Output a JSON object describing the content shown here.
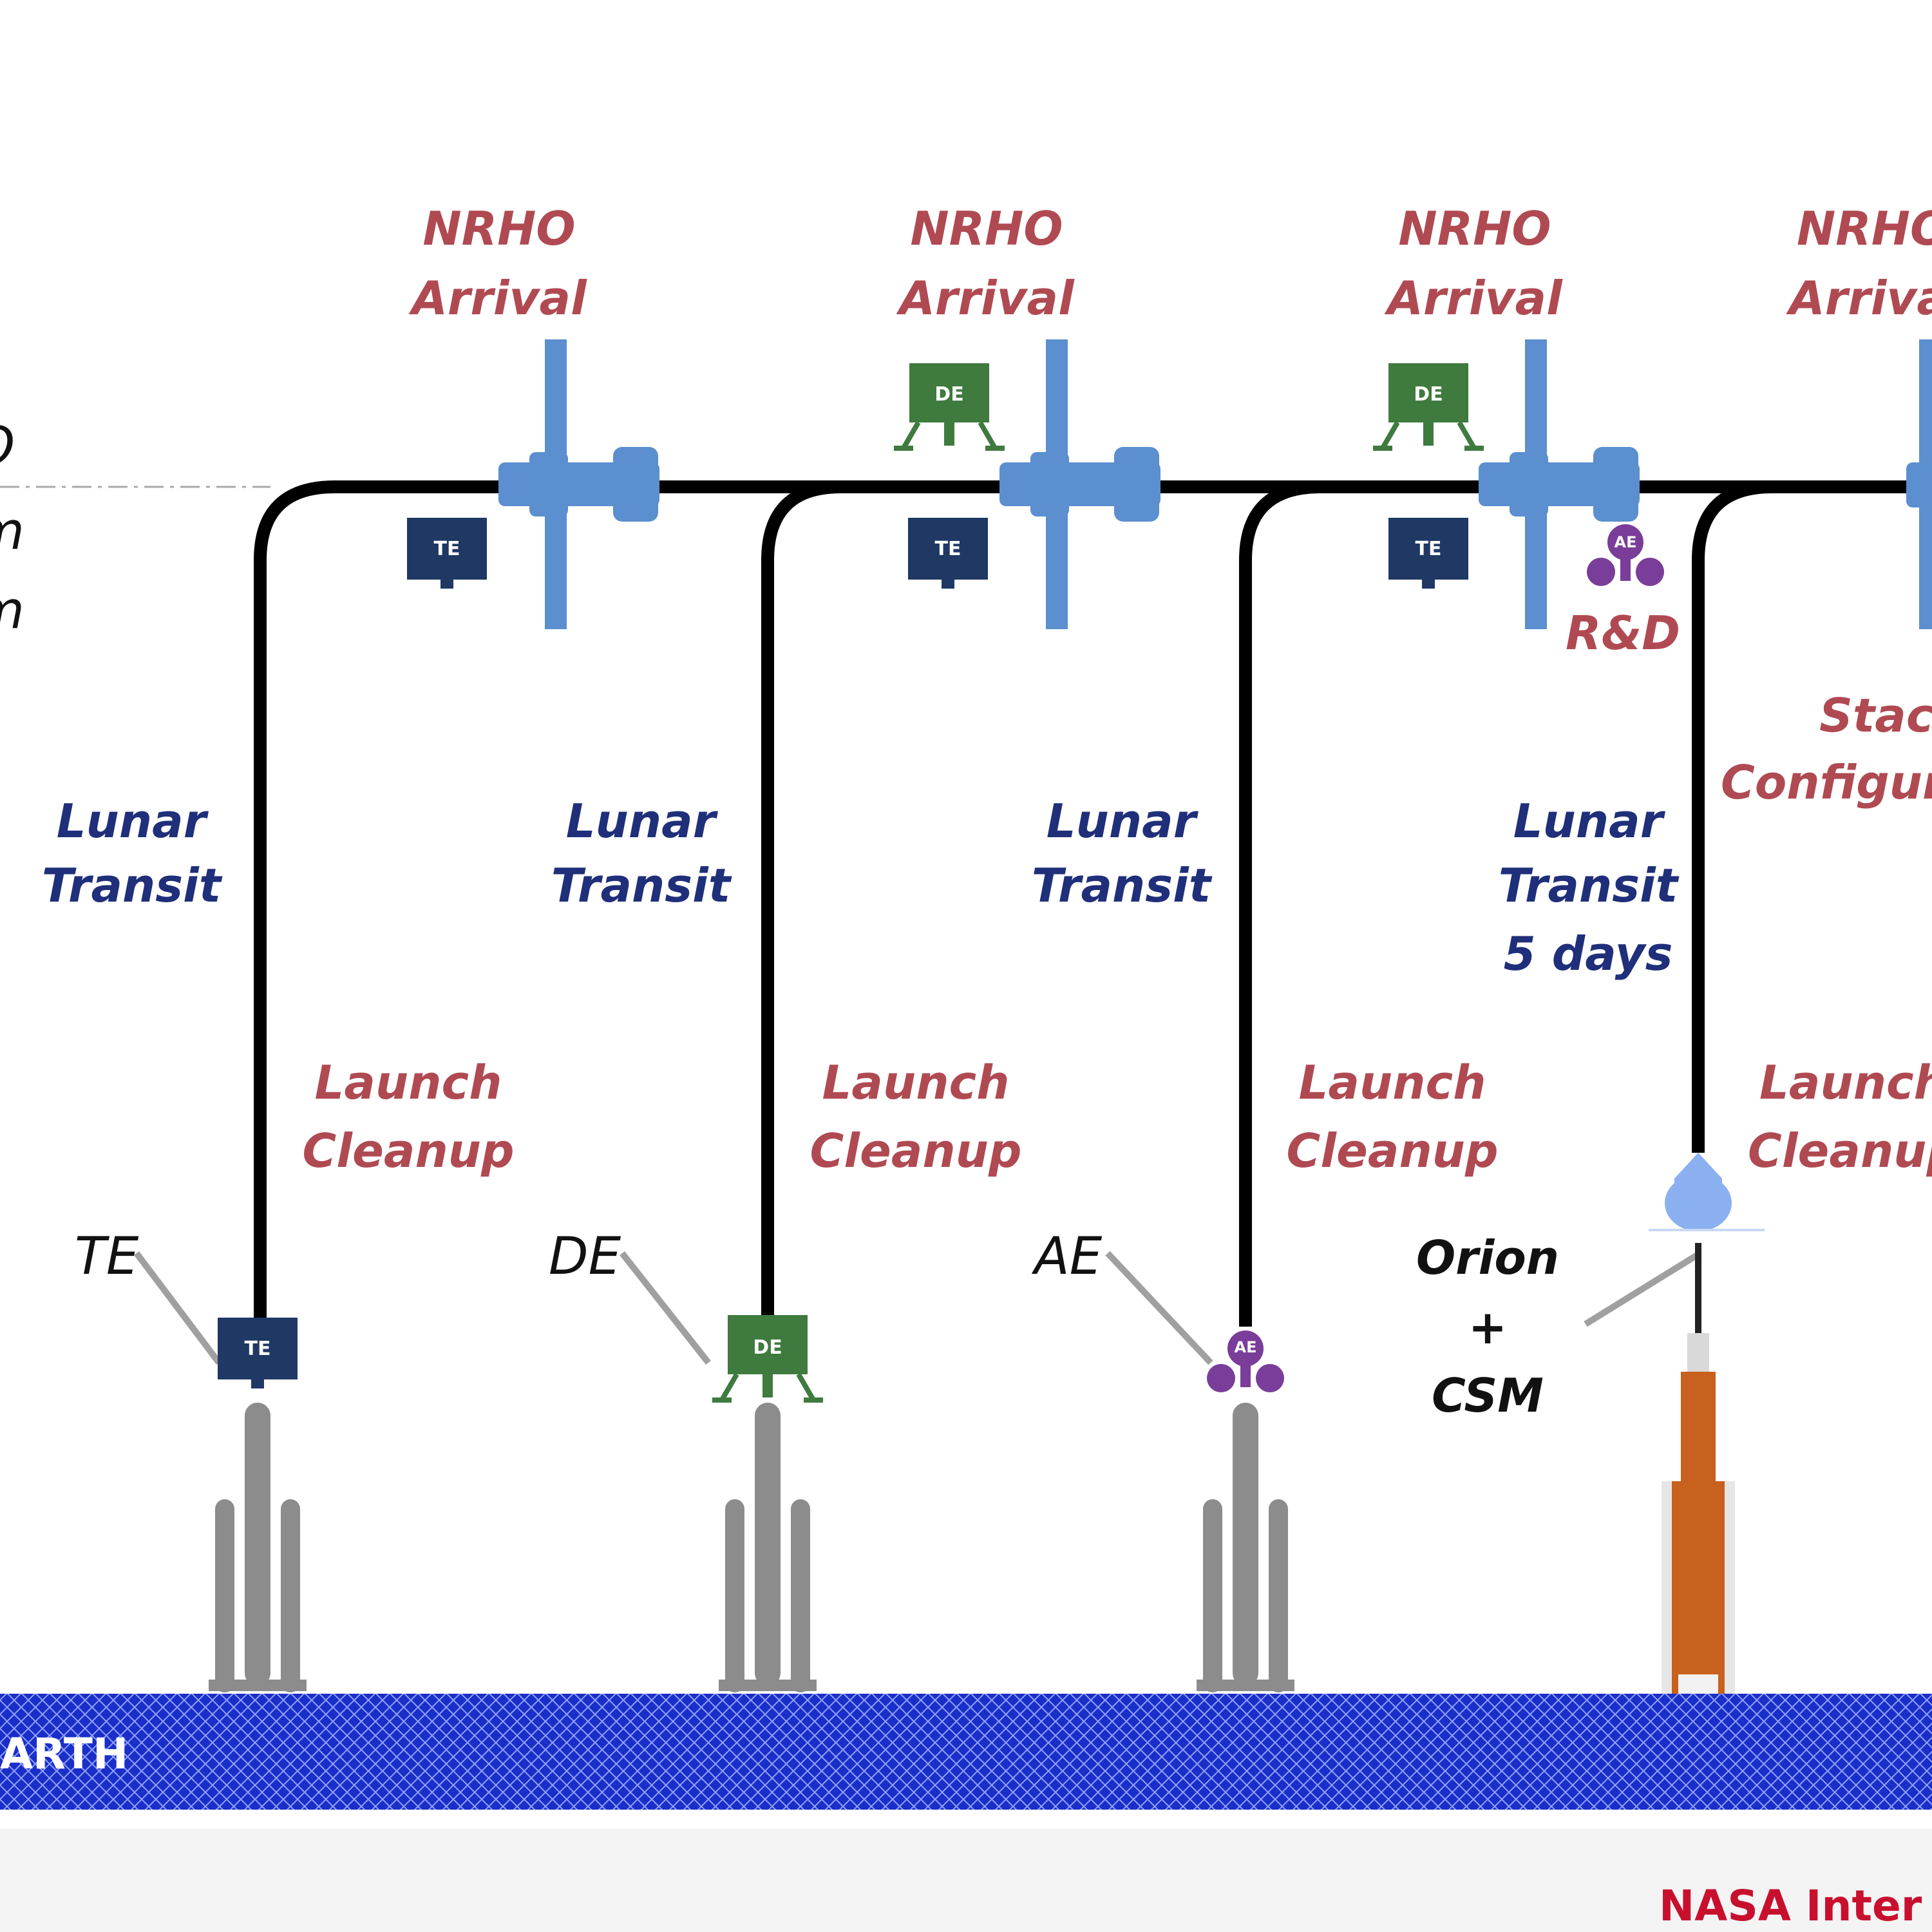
{
  "left_partial_labels": [
    "O",
    "m",
    "m"
  ],
  "nrho": {
    "line1": "NRHO",
    "line2": "Arrival"
  },
  "lunar_transit": {
    "line1": "Lunar",
    "line2": "Transit"
  },
  "launch_cleanup": {
    "line1": "Launch",
    "line2": "Cleanup"
  },
  "transit_duration": "5 days",
  "stack_config": {
    "line1": "Stack",
    "line2": "Configura"
  },
  "rnd_label": "R&D",
  "element_labels": {
    "te": "TE",
    "de": "DE",
    "ae": "AE"
  },
  "orion_label": {
    "line1": "Orion",
    "line2": "+",
    "line3": "CSM"
  },
  "icon_text": {
    "te": "TE",
    "de": "DE",
    "ae": "AE"
  },
  "earth_label": "ARTH",
  "footer_text": "NASA Inter",
  "colors": {
    "orbit_line": "#000000",
    "gateway": "#5b8fcf",
    "te": "#1f3864",
    "de": "#3f7a3f",
    "ae": "#7a3d99",
    "rocket": "#8c8c8c",
    "sls": "#c8601e",
    "earth": "#1a2fc8",
    "red_label": "#b04a52",
    "blue_label": "#1f2f7a"
  }
}
